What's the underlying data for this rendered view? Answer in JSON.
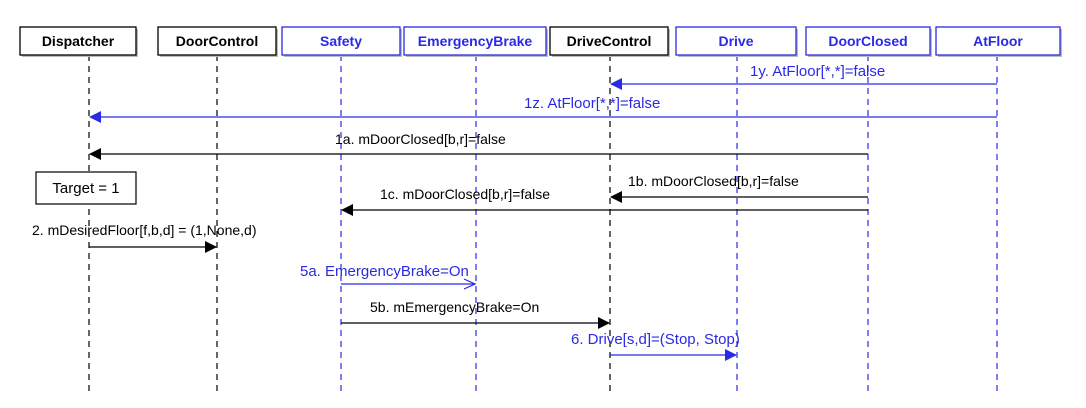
{
  "colors": {
    "black": "#000000",
    "blue": "#2a2ae6"
  },
  "participants": [
    {
      "id": "dispatcher",
      "label": "Dispatcher",
      "color": "black"
    },
    {
      "id": "doorcontrol",
      "label": "DoorControl",
      "color": "black"
    },
    {
      "id": "safety",
      "label": "Safety",
      "color": "blue"
    },
    {
      "id": "emergencybrake",
      "label": "EmergencyBrake",
      "color": "blue"
    },
    {
      "id": "drivecontrol",
      "label": "DriveControl",
      "color": "black"
    },
    {
      "id": "drive",
      "label": "Drive",
      "color": "blue"
    },
    {
      "id": "doorclosed",
      "label": "DoorClosed",
      "color": "blue"
    },
    {
      "id": "atfloor",
      "label": "AtFloor",
      "color": "blue"
    }
  ],
  "note": {
    "text": "Target = 1"
  },
  "messages": [
    {
      "id": "1y",
      "text": "1y. AtFloor[*,*]=false",
      "from": "atfloor",
      "to": "drivecontrol",
      "color": "blue",
      "style": "filled"
    },
    {
      "id": "1z",
      "text": "1z. AtFloor[*,*]=false",
      "from": "atfloor",
      "to": "dispatcher",
      "color": "blue",
      "style": "filled"
    },
    {
      "id": "1a",
      "text": "1a. mDoorClosed[b,r]=false",
      "from": "doorclosed",
      "to": "dispatcher",
      "color": "black",
      "style": "filled"
    },
    {
      "id": "1b",
      "text": "1b. mDoorClosed[b,r]=false",
      "from": "doorclosed",
      "to": "drivecontrol",
      "color": "black",
      "style": "filled"
    },
    {
      "id": "1c",
      "text": "1c. mDoorClosed[b,r]=false",
      "from": "doorclosed",
      "to": "safety",
      "color": "black",
      "style": "filled"
    },
    {
      "id": "2",
      "text": "2. mDesiredFloor[f,b,d] = (1,None,d)",
      "from": "dispatcher",
      "to": "doorcontrol",
      "color": "black",
      "style": "filled"
    },
    {
      "id": "5a",
      "text": "5a. EmergencyBrake=On",
      "from": "safety",
      "to": "emergencybrake",
      "color": "blue",
      "style": "open"
    },
    {
      "id": "5b",
      "text": "5b. mEmergencyBrake=On",
      "from": "safety",
      "to": "drivecontrol",
      "color": "black",
      "style": "filled"
    },
    {
      "id": "6",
      "text": "6. Drive[s,d]=(Stop, Stop)",
      "from": "drivecontrol",
      "to": "drive",
      "color": "blue",
      "style": "filled"
    }
  ]
}
